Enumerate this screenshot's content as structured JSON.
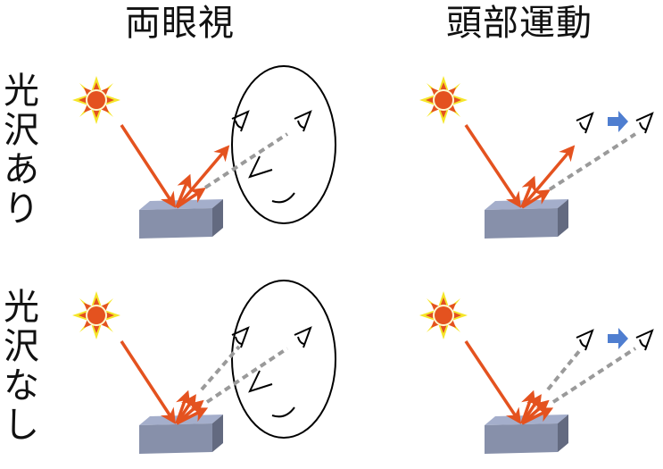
{
  "columns": [
    {
      "title": "両眼視",
      "meaning": "binocular vision"
    },
    {
      "title": "頭部運動",
      "meaning": "head motion"
    }
  ],
  "rows": [
    {
      "label": [
        "光",
        "沢",
        "あ",
        "り"
      ],
      "meaning": "glossy"
    },
    {
      "label": [
        "光",
        "沢",
        "な",
        "し"
      ],
      "meaning": "matte"
    }
  ],
  "panels": [
    {
      "id": "binocular-glossy",
      "viewer": "face",
      "reflection": "specular"
    },
    {
      "id": "motion-glossy",
      "viewer": "moving-eye",
      "reflection": "specular"
    },
    {
      "id": "binocular-matte",
      "viewer": "face",
      "reflection": "diffuse"
    },
    {
      "id": "motion-matte",
      "viewer": "moving-eye",
      "reflection": "diffuse"
    }
  ],
  "colors": {
    "light_ray": "#e4521f",
    "sun_core": "#e4521f",
    "sun_glow": "#f5e62a",
    "sight_line": "#9a9a9a",
    "motion_arrow": "#4f7ed0",
    "block_top": "#a4aecb",
    "block_front": "#8790aa",
    "block_side": "#636a80",
    "outline": "#000000"
  }
}
